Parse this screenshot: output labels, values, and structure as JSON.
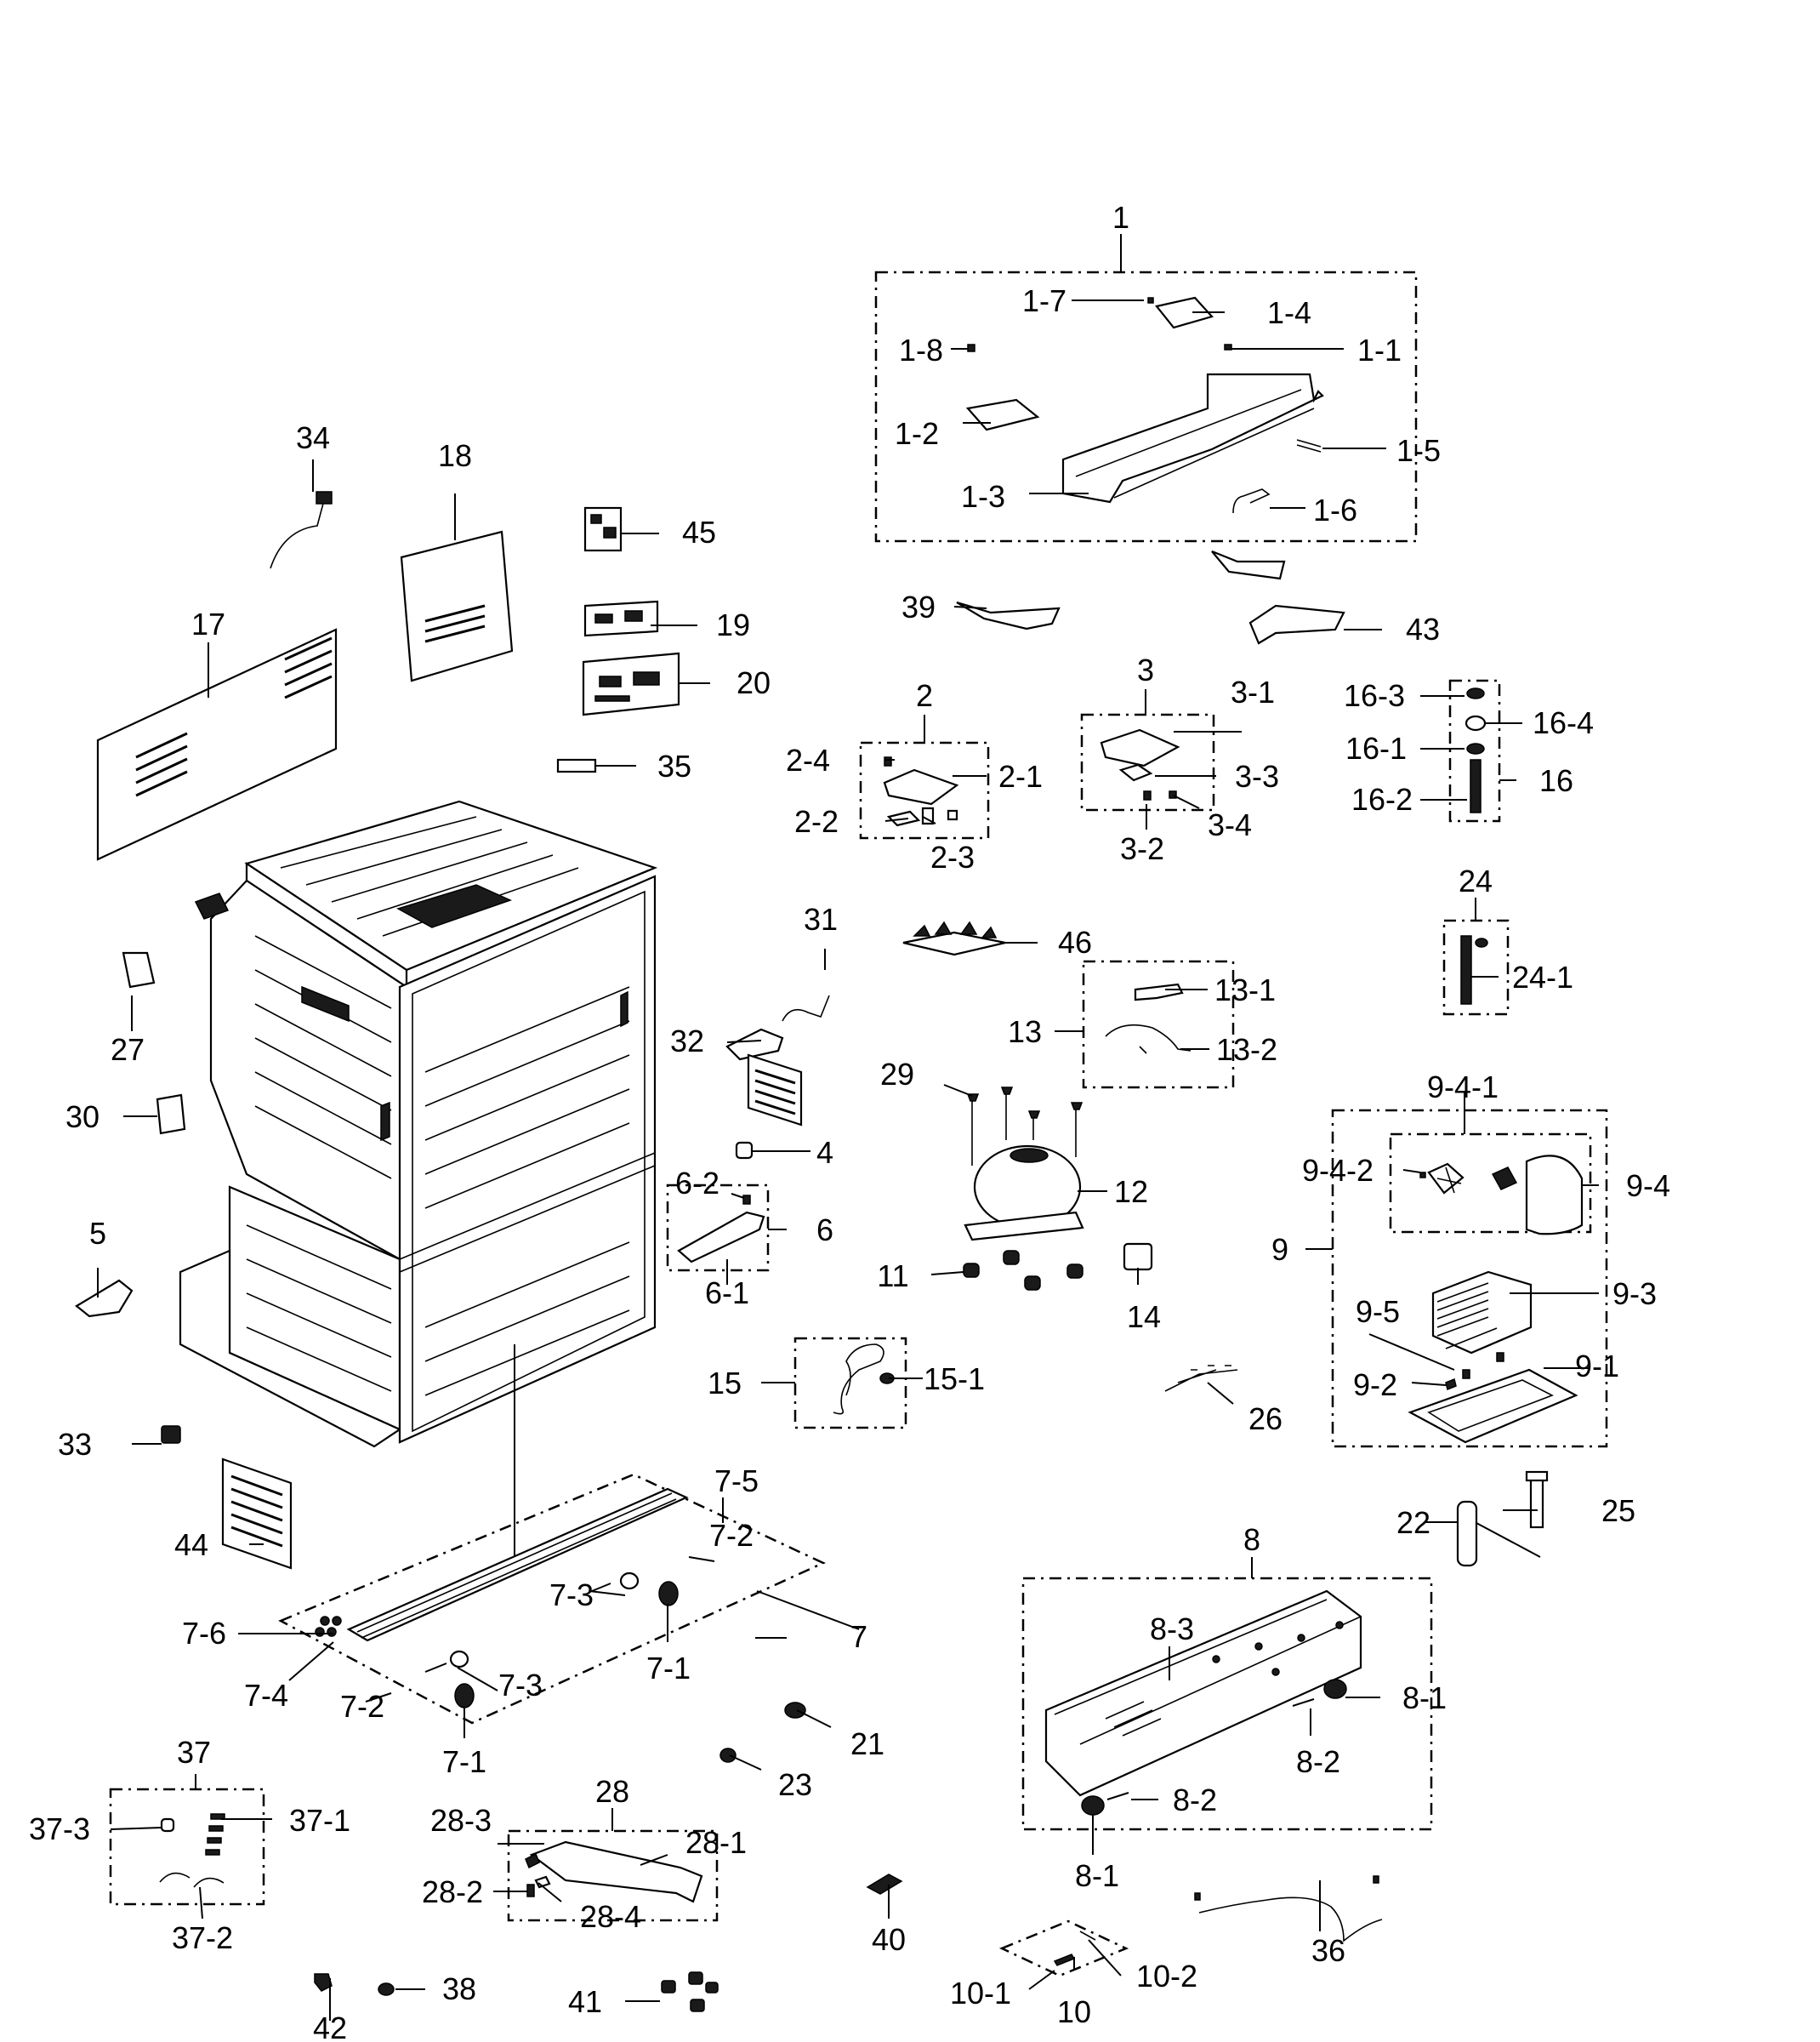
{
  "labels": {
    "l1": "1",
    "l1_1": "1-1",
    "l1_2": "1-2",
    "l1_3": "1-3",
    "l1_4": "1-4",
    "l1_5": "1-5",
    "l1_6": "1-6",
    "l1_7": "1-7",
    "l1_8": "1-8",
    "l2": "2",
    "l2_1": "2-1",
    "l2_2": "2-2",
    "l2_3": "2-3",
    "l2_4": "2-4",
    "l3": "3",
    "l3_1": "3-1",
    "l3_2": "3-2",
    "l3_3": "3-3",
    "l3_4": "3-4",
    "l4": "4",
    "l5": "5",
    "l6": "6",
    "l6_1": "6-1",
    "l6_2": "6-2",
    "l7": "7",
    "l7_1a": "7-1",
    "l7_1b": "7-1",
    "l7_2a": "7-2",
    "l7_2b": "7-2",
    "l7_3a": "7-3",
    "l7_3b": "7-3",
    "l7_4": "7-4",
    "l7_5": "7-5",
    "l7_6": "7-6",
    "l8": "8",
    "l8_1a": "8-1",
    "l8_1b": "8-1",
    "l8_2a": "8-2",
    "l8_2b": "8-2",
    "l8_3": "8-3",
    "l9": "9",
    "l9_1": "9-1",
    "l9_2": "9-2",
    "l9_3": "9-3",
    "l9_4": "9-4",
    "l9_4_1": "9-4-1",
    "l9_4_2": "9-4-2",
    "l9_5": "9-5",
    "l10": "10",
    "l10_1": "10-1",
    "l10_2": "10-2",
    "l11": "11",
    "l12": "12",
    "l13": "13",
    "l13_1": "13-1",
    "l13_2": "13-2",
    "l14": "14",
    "l15": "15",
    "l15_1": "15-1",
    "l16": "16",
    "l16_1": "16-1",
    "l16_2": "16-2",
    "l16_3": "16-3",
    "l16_4": "16-4",
    "l17": "17",
    "l18": "18",
    "l19": "19",
    "l20": "20",
    "l21": "21",
    "l22": "22",
    "l23": "23",
    "l24": "24",
    "l24_1": "24-1",
    "l25": "25",
    "l26": "26",
    "l27": "27",
    "l28": "28",
    "l28_1": "28-1",
    "l28_2": "28-2",
    "l28_3": "28-3",
    "l28_4": "28-4",
    "l29": "29",
    "l30": "30",
    "l31": "31",
    "l32": "32",
    "l33": "33",
    "l34": "34",
    "l35": "35",
    "l36": "36",
    "l37": "37",
    "l37_1": "37-1",
    "l37_2": "37-2",
    "l37_3": "37-3",
    "l38": "38",
    "l39": "39",
    "l40": "40",
    "l41": "41",
    "l42": "42",
    "l43": "43",
    "l44": "44",
    "l45": "45",
    "l46": "46"
  }
}
